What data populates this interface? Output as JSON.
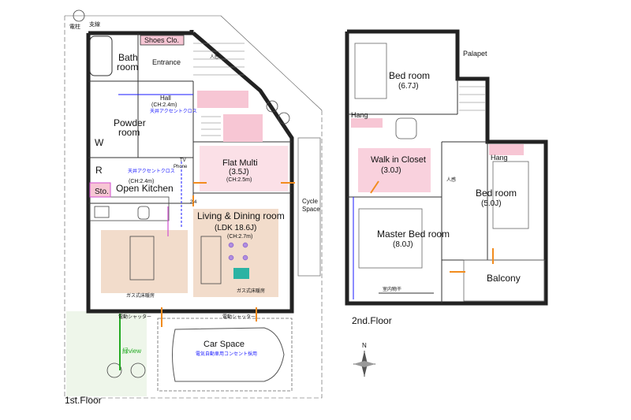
{
  "floor1": {
    "label": "1st.Floor",
    "rooms": {
      "bath": "Bath",
      "bath2": "room",
      "shoes": "Shoes Clo.",
      "entrance": "Entrance",
      "hall": "Hall",
      "hall_ch": "(CH:2.4m)",
      "powder": "Powder",
      "powder2": "room",
      "flat_multi": "Flat Multi",
      "flat_multi_size": "(3.5J)",
      "flat_multi_ch": "(CH:2.5m)",
      "refrigerator": "R",
      "storage": "Sto.",
      "open_kitchen": "Open Kitchen",
      "kitchen_ch": "(CH:2.4m)",
      "living": "Living & Dining room",
      "ldk_size": "(LDK 18.6J)",
      "living_ch": "(CH:2.7m)",
      "cycle": "Cycle",
      "cycle2": "Space",
      "car_space": "Car Space",
      "washer": "W",
      "tv_phone": "TV",
      "tv_phone2": "Phone"
    },
    "notes": {
      "utility_pole": "電柱",
      "support_wire": "支線",
      "green_view": "緑view",
      "shutter_left": "電動シャッター",
      "shutter_right": "電動シャッター",
      "floor_heat_left": "ガス式床暖房",
      "floor_heat_right": "ガス式床暖房",
      "ev_outlet": "電気自動車用コンセント採用",
      "ceiling_left": "天井アクセントクロス",
      "ceiling_kitchen": "天井アクセントクロス",
      "sensor": "人感",
      "level_24": "2.4"
    }
  },
  "floor2": {
    "label": "2nd.Floor",
    "rooms": {
      "bed1": "Bed room",
      "bed1_size": "(6.7J)",
      "palapet": "Palapet",
      "hang1": "Hang",
      "hang2": "Hang",
      "walk_in": "Walk in Closet",
      "walk_in_size": "(3.0J)",
      "bed2": "Bed room",
      "bed2_size": "(5.0J)",
      "master": "Master Bed room",
      "master_size": "(8.0J)",
      "balcony": "Balcony"
    },
    "notes": {
      "indoor_dryer": "室内物干",
      "sensor": "人感"
    }
  },
  "compass": {
    "north": "N"
  },
  "colors": {
    "pink": "#f7c6d4",
    "wood": "#f2dccb",
    "blue_text": "#1a1aff",
    "green": "#22aa22",
    "orange": "#f28c1e",
    "magenta": "#d04fd0"
  }
}
